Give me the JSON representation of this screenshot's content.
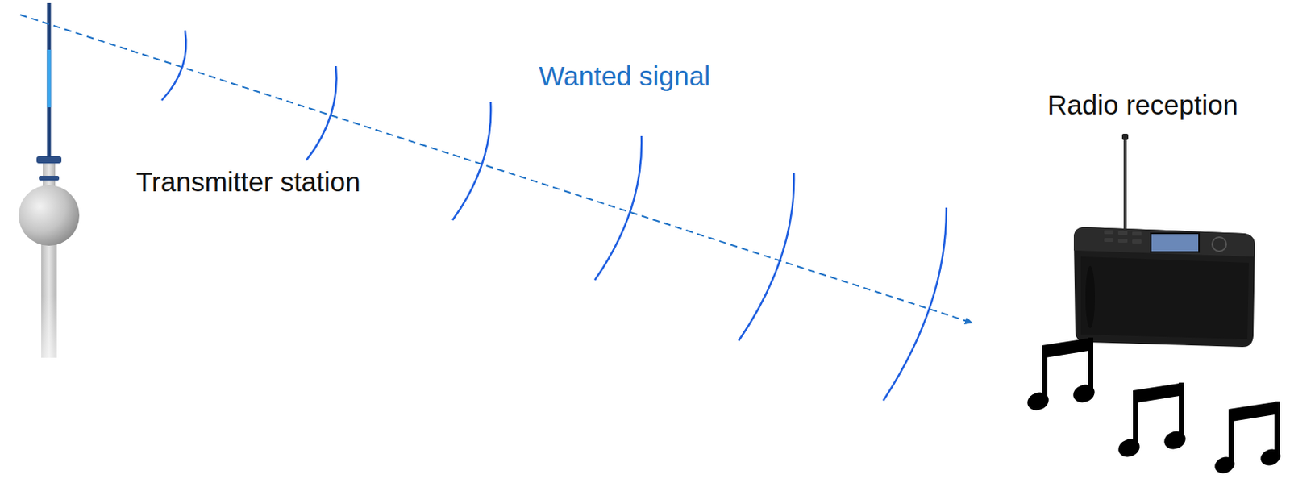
{
  "diagram": {
    "labels": [
      "Wanted signal",
      "Radio reception",
      "Transmitter station"
    ]
  }
}
